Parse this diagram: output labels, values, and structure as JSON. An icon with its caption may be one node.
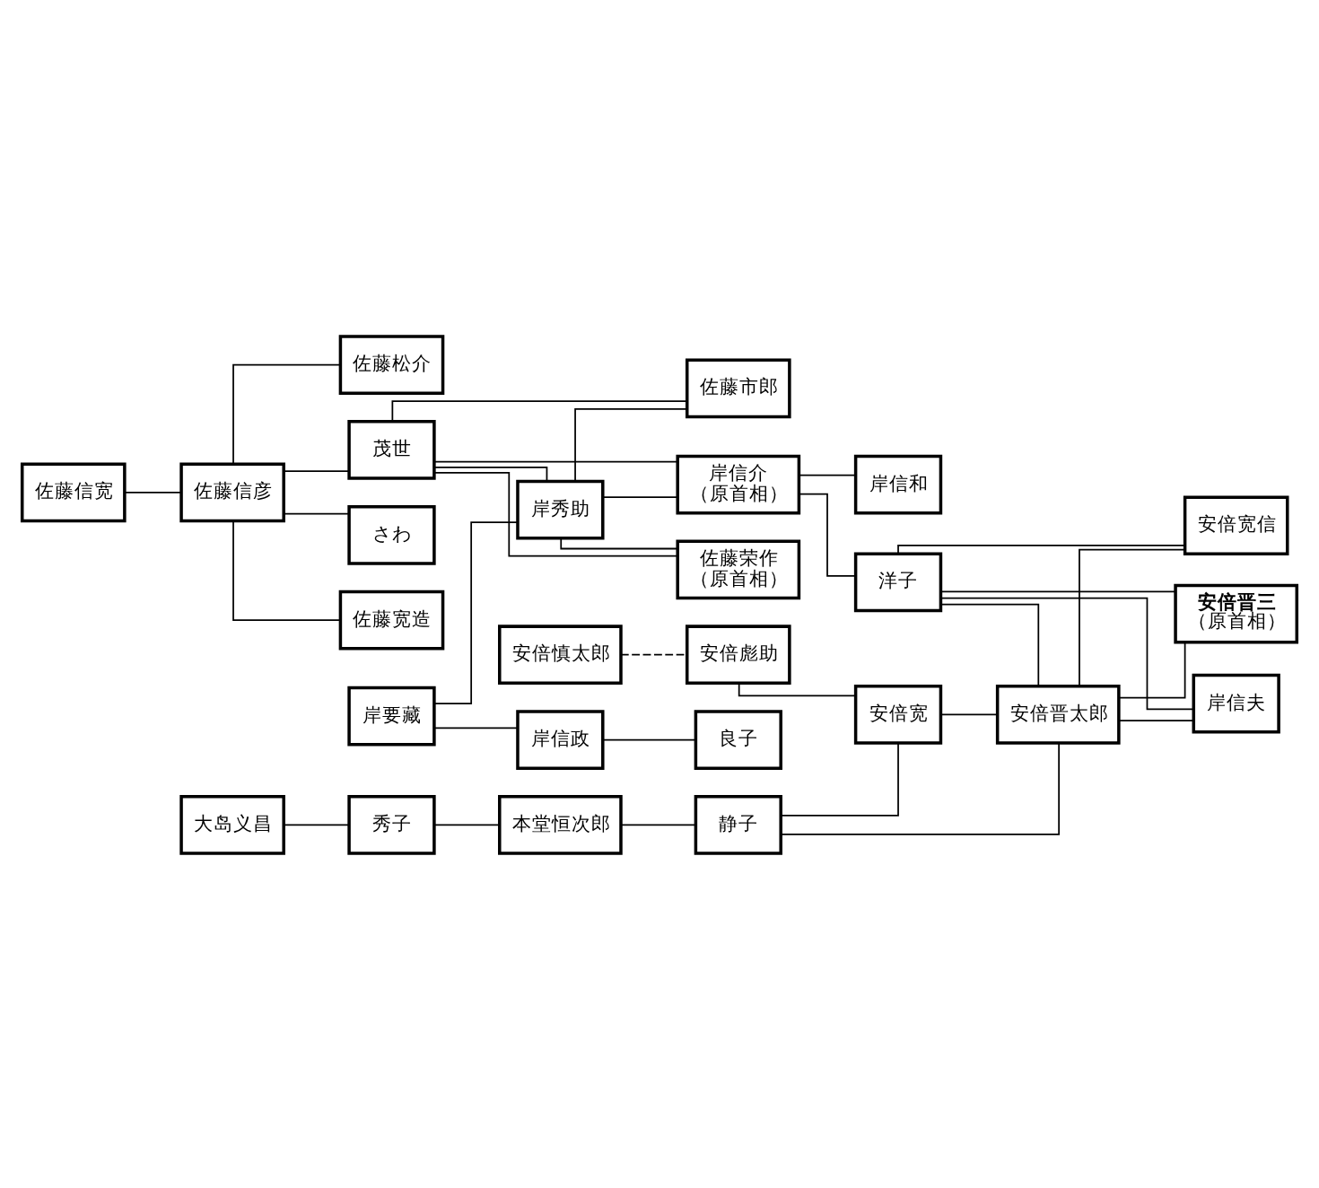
{
  "diagram": {
    "nodes": [
      {
        "text": [
          "佐藤信宽"
        ]
      },
      {
        "text": [
          "佐藤信彦"
        ]
      },
      {
        "text": [
          "さわ"
        ]
      },
      {
        "text": [
          "佐藤宽造"
        ]
      },
      {
        "text": [
          "佐藤松介"
        ]
      },
      {
        "text": [
          "茂世"
        ]
      },
      {
        "text": [
          "佐藤市郎"
        ]
      },
      {
        "text": [
          "岸信介",
          "（原首相）"
        ]
      },
      {
        "text": [
          "岸信和"
        ]
      },
      {
        "text": [
          "岸秀助"
        ]
      },
      {
        "text": [
          "佐藤荣作",
          "（原首相）"
        ]
      },
      {
        "text": [
          "洋子"
        ]
      },
      {
        "text": [
          "岸要藏"
        ]
      },
      {
        "text": [
          "岸信政"
        ]
      },
      {
        "text": [
          "良子"
        ]
      },
      {
        "text": [
          "安倍宽信"
        ]
      },
      {
        "text": [
          "安倍晋三",
          "（原首相）"
        ]
      },
      {
        "text": [
          "大岛义昌"
        ]
      },
      {
        "text": [
          "秀子"
        ]
      },
      {
        "text": [
          "岸信夫"
        ]
      },
      {
        "text": [
          "本堂恒次郎"
        ]
      },
      {
        "text": [
          "静子"
        ]
      },
      {
        "text": [
          "安倍晋太郎"
        ]
      },
      {
        "text": [
          "安倍慎太郎"
        ]
      },
      {
        "text": [
          "安倍彪助"
        ]
      },
      {
        "text": [
          "安倍宽"
        ]
      }
    ],
    "edges": [
      {
        "from": 0,
        "to": 1,
        "arrow": "none"
      },
      {
        "from": 1,
        "to": 2,
        "arrow": "none"
      },
      {
        "from": 1,
        "to": 3,
        "arrow": "none"
      },
      {
        "from": 1,
        "to": 4,
        "arrow": "none"
      },
      {
        "from": 1,
        "to": 5,
        "arrow": "none"
      },
      {
        "from": 5,
        "to": 9,
        "arrow": "none"
      },
      {
        "from": 5,
        "to": 6,
        "arrow": "none"
      },
      {
        "from": 5,
        "to": 7,
        "arrow": "none"
      },
      {
        "from": 5,
        "to": 10,
        "arrow": "none"
      },
      {
        "from": 9,
        "to": 6,
        "arrow": "none"
      },
      {
        "from": 9,
        "to": 7,
        "arrow": "none"
      },
      {
        "from": 9,
        "to": 10,
        "arrow": "none"
      },
      {
        "from": 7,
        "to": 8,
        "arrow": "none"
      },
      {
        "from": 7,
        "to": 11,
        "arrow": "none"
      },
      {
        "from": 12,
        "to": 9,
        "arrow": "none"
      },
      {
        "from": 12,
        "to": 13,
        "arrow": "none"
      },
      {
        "from": 13,
        "to": 14,
        "arrow": "none"
      },
      {
        "from": 11,
        "to": 22,
        "arrow": "none"
      },
      {
        "from": 11,
        "to": 15,
        "arrow": "none"
      },
      {
        "from": 11,
        "to": 16,
        "arrow": "none"
      },
      {
        "from": 11,
        "to": 19,
        "arrow": "none"
      },
      {
        "from": 22,
        "to": 15,
        "arrow": "none"
      },
      {
        "from": 22,
        "to": 16,
        "arrow": "none"
      },
      {
        "from": 22,
        "to": 19,
        "arrow": "none"
      },
      {
        "from": 17,
        "to": 18,
        "arrow": "none"
      },
      {
        "from": 18,
        "to": 20,
        "arrow": "none"
      },
      {
        "from": 20,
        "to": 21,
        "arrow": "none"
      },
      {
        "from": 21,
        "to": 25,
        "arrow": "none"
      },
      {
        "from": 21,
        "to": 22,
        "arrow": "none"
      },
      {
        "from": 25,
        "to": 22,
        "arrow": "none"
      },
      {
        "from": 24,
        "to": 25,
        "arrow": "none"
      },
      {
        "from": 23,
        "to": 24,
        "arrow": "none",
        "style": "dashed"
      }
    ]
  }
}
